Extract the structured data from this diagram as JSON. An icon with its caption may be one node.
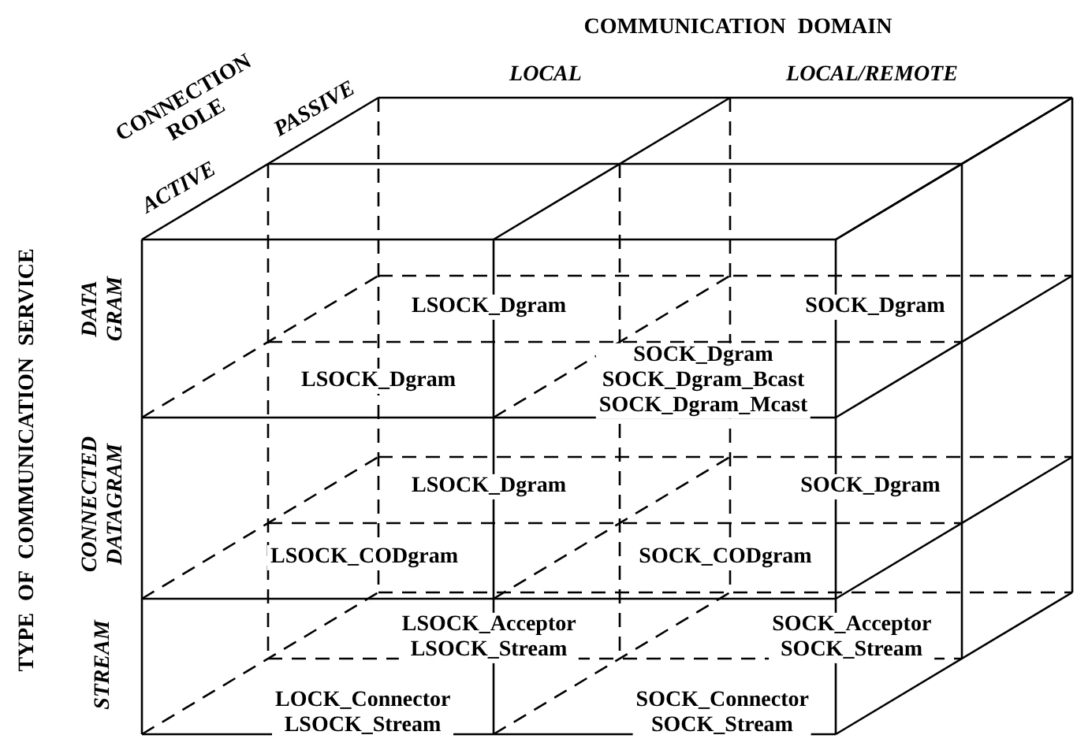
{
  "diagram": {
    "labels": [
      "COMMUNICATION DOMAIN",
      "CONNECTION ROLE",
      "LOCAL",
      "LOCAL/REMOTE",
      "PASSIVE",
      "ACTIVE",
      "TYPE OF COMMUNICATION SERVICE",
      "DATA GRAM",
      "LSOCK_Dgram",
      "SOCK_Dgram",
      "LSOCK_Dgram",
      "SOCK_Dgram SOCK_Dgram_Bcast SOCK_Dgram_Mcast",
      "CONNECTED DATAGRAM",
      "LSOCK_Dgram",
      "SOCK_Dgram",
      "LSOCK_CODgram",
      "SOCK_CODgram",
      "STREAM",
      "LSOCK_Acceptor LSOCK_Stream",
      "SOCK_Acceptor SOCK_Stream",
      "LOCK_Connector LSOCK_Stream",
      "SOCK_Connector SOCK_Stream"
    ]
  }
}
